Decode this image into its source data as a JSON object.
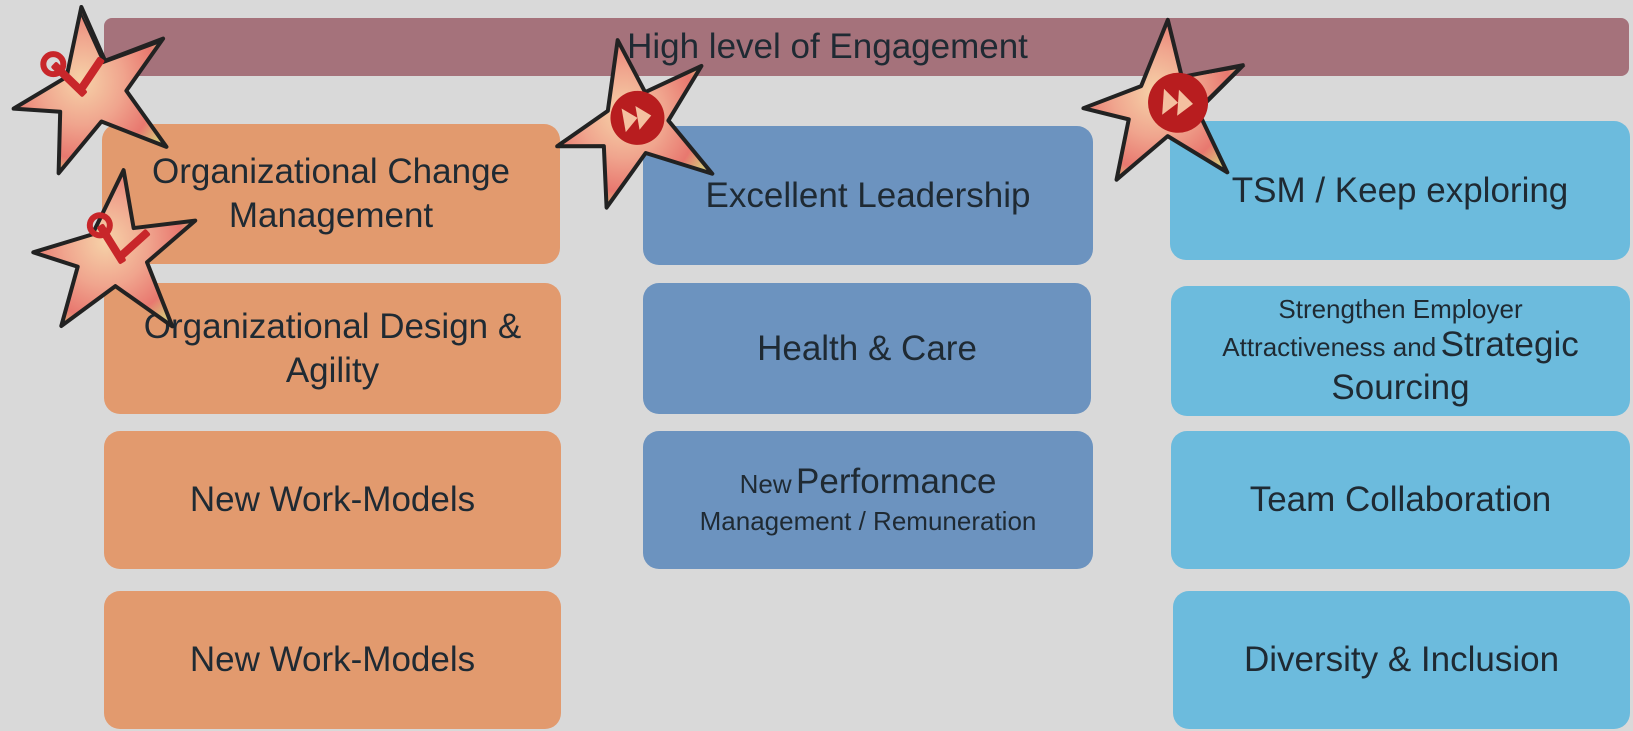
{
  "banner": {
    "title": "High level of Engagement",
    "color": "#a5727b"
  },
  "columns": {
    "left": {
      "color": "#e29a6e",
      "items": [
        {
          "line1": "Organizational Change",
          "line2": "Management"
        },
        {
          "line1": "Organizational Design &",
          "line2": "Agility"
        },
        {
          "label": "New Work-Models"
        },
        {
          "label": "New Work-Models"
        }
      ]
    },
    "middle": {
      "color": "#6c93bf",
      "items": [
        {
          "label": "Excellent Leadership"
        },
        {
          "label": "Health & Care"
        },
        {
          "small1": "New",
          "big": "Performance",
          "small2": "Management / Remuneration"
        }
      ]
    },
    "right": {
      "color": "#6cbbdd",
      "items": [
        {
          "label": "TSM / Keep exploring"
        },
        {
          "small1": "Strengthen Employer",
          "small2": "Attractiveness and",
          "big1": "Strategic",
          "big2": "Sourcing"
        },
        {
          "label": "Team Collaboration"
        },
        {
          "label": "Diversity & Inclusion"
        }
      ]
    }
  },
  "markers": [
    {
      "icon": "tools-icon"
    },
    {
      "icon": "tools-icon"
    },
    {
      "icon": "fast-forward-icon"
    },
    {
      "icon": "fast-forward-icon"
    }
  ]
}
